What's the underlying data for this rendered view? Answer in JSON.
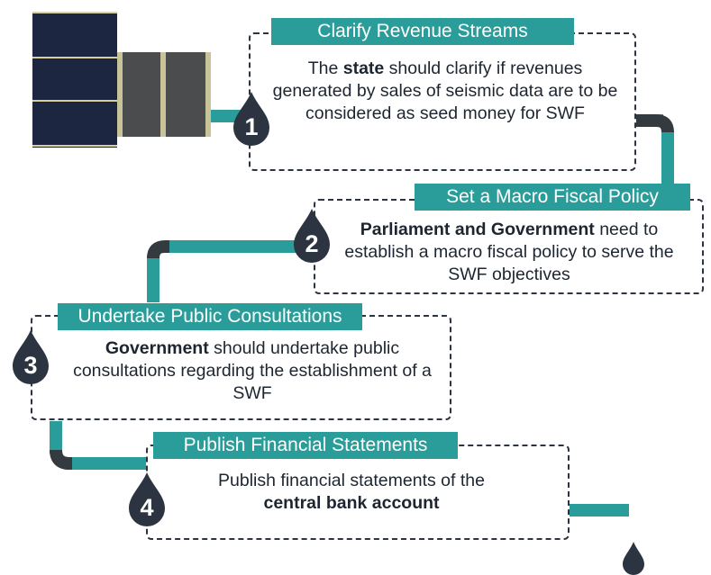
{
  "colors": {
    "teal": "#2a9d9a",
    "dark": "#2b3440",
    "barrel": "#1c2640"
  },
  "steps": [
    {
      "number": "1",
      "title": "Clarify Revenue Streams",
      "text_pre": "The ",
      "text_bold": "state",
      "text_post": " should clarify if revenues generated by sales of seismic data are to be considered as seed money for SWF"
    },
    {
      "number": "2",
      "title": "Set a Macro Fiscal Policy",
      "text_pre": "",
      "text_bold": "Parliament and Government",
      "text_post": " need to establish a macro fiscal policy to serve the SWF objectives"
    },
    {
      "number": "3",
      "title": "Undertake Public Consultations",
      "text_pre": "",
      "text_bold": "Government",
      "text_post": " should undertake public consultations regarding the establishment of a SWF"
    },
    {
      "number": "4",
      "title": "Publish Financial Statements",
      "text_pre": "Publish financial statements of the ",
      "text_bold": "central bank account",
      "text_post": ""
    }
  ],
  "icons": [
    "oil-barrel-icon",
    "pipe-icon",
    "oil-drop-icon"
  ]
}
